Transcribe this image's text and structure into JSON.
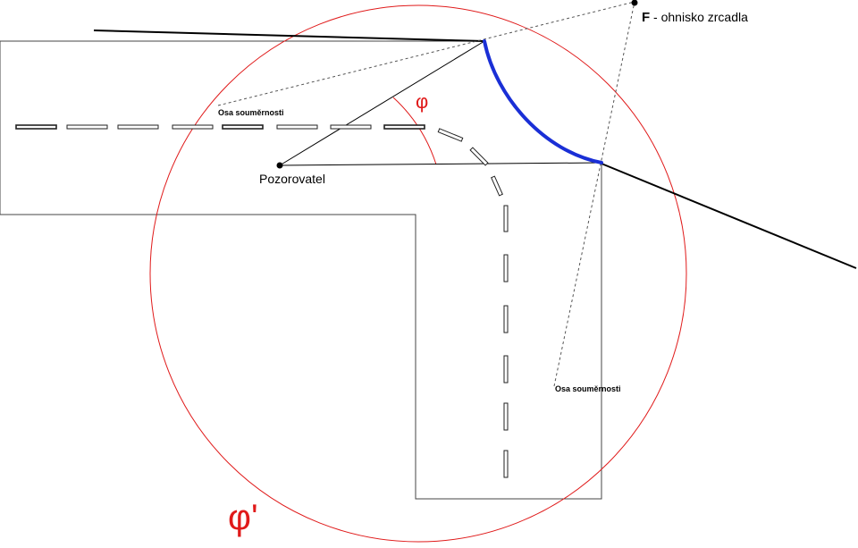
{
  "labels": {
    "focus_letter": "F",
    "focus_text": " - ohnisko zrcadla",
    "observer": "Pozorovatel",
    "axis_1": "Osa souměrnosti",
    "axis_2": "Osa souměrnosti",
    "angle_small": "φ",
    "angle_large": "φ'"
  },
  "colors": {
    "mirror": "#1a2fd6",
    "circle": "#e01a1a",
    "angle_label": "#e01a1a",
    "lines": "#000000",
    "road_outline": "#444444"
  }
}
